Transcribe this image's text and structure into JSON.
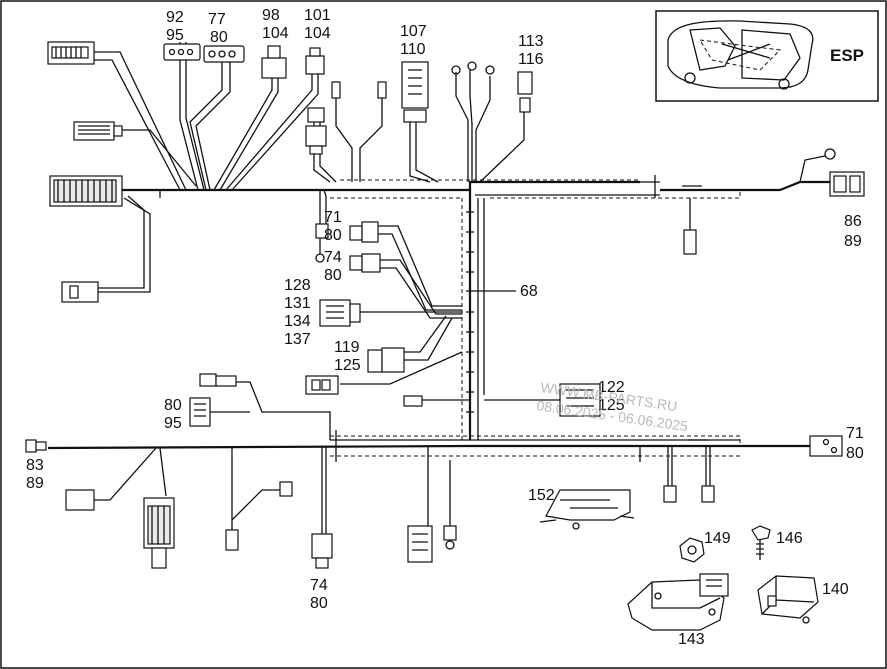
{
  "labels": {
    "l_92": "92",
    "l_95a": "95",
    "l_77": "77",
    "l_80a": "80",
    "l_98": "98",
    "l_104a": "104",
    "l_101": "101",
    "l_104b": "104",
    "l_107": "107",
    "l_110": "110",
    "l_113": "113",
    "l_116": "116",
    "l_86": "86",
    "l_89a": "89",
    "l_71a": "71",
    "l_80b": "80",
    "l_74a": "74",
    "l_80c": "80",
    "l_68": "68",
    "l_128": "128",
    "l_131": "131",
    "l_134": "134",
    "l_137": "137",
    "l_119": "119",
    "l_125a": "125",
    "l_122": "122",
    "l_125b": "125",
    "l_80d": "80",
    "l_95b": "95",
    "l_83": "83",
    "l_89b": "89",
    "l_71b": "71",
    "l_80e": "80",
    "l_152": "152",
    "l_149": "149",
    "l_146": "146",
    "l_140": "140",
    "l_143": "143",
    "l_74b": "74",
    "l_80f": "80"
  },
  "inset": {
    "badge": "ESP"
  },
  "watermark": {
    "line1": "WWW.MB-PARTS.RU",
    "line2": "08.06.2025 - 06.06.2025"
  }
}
